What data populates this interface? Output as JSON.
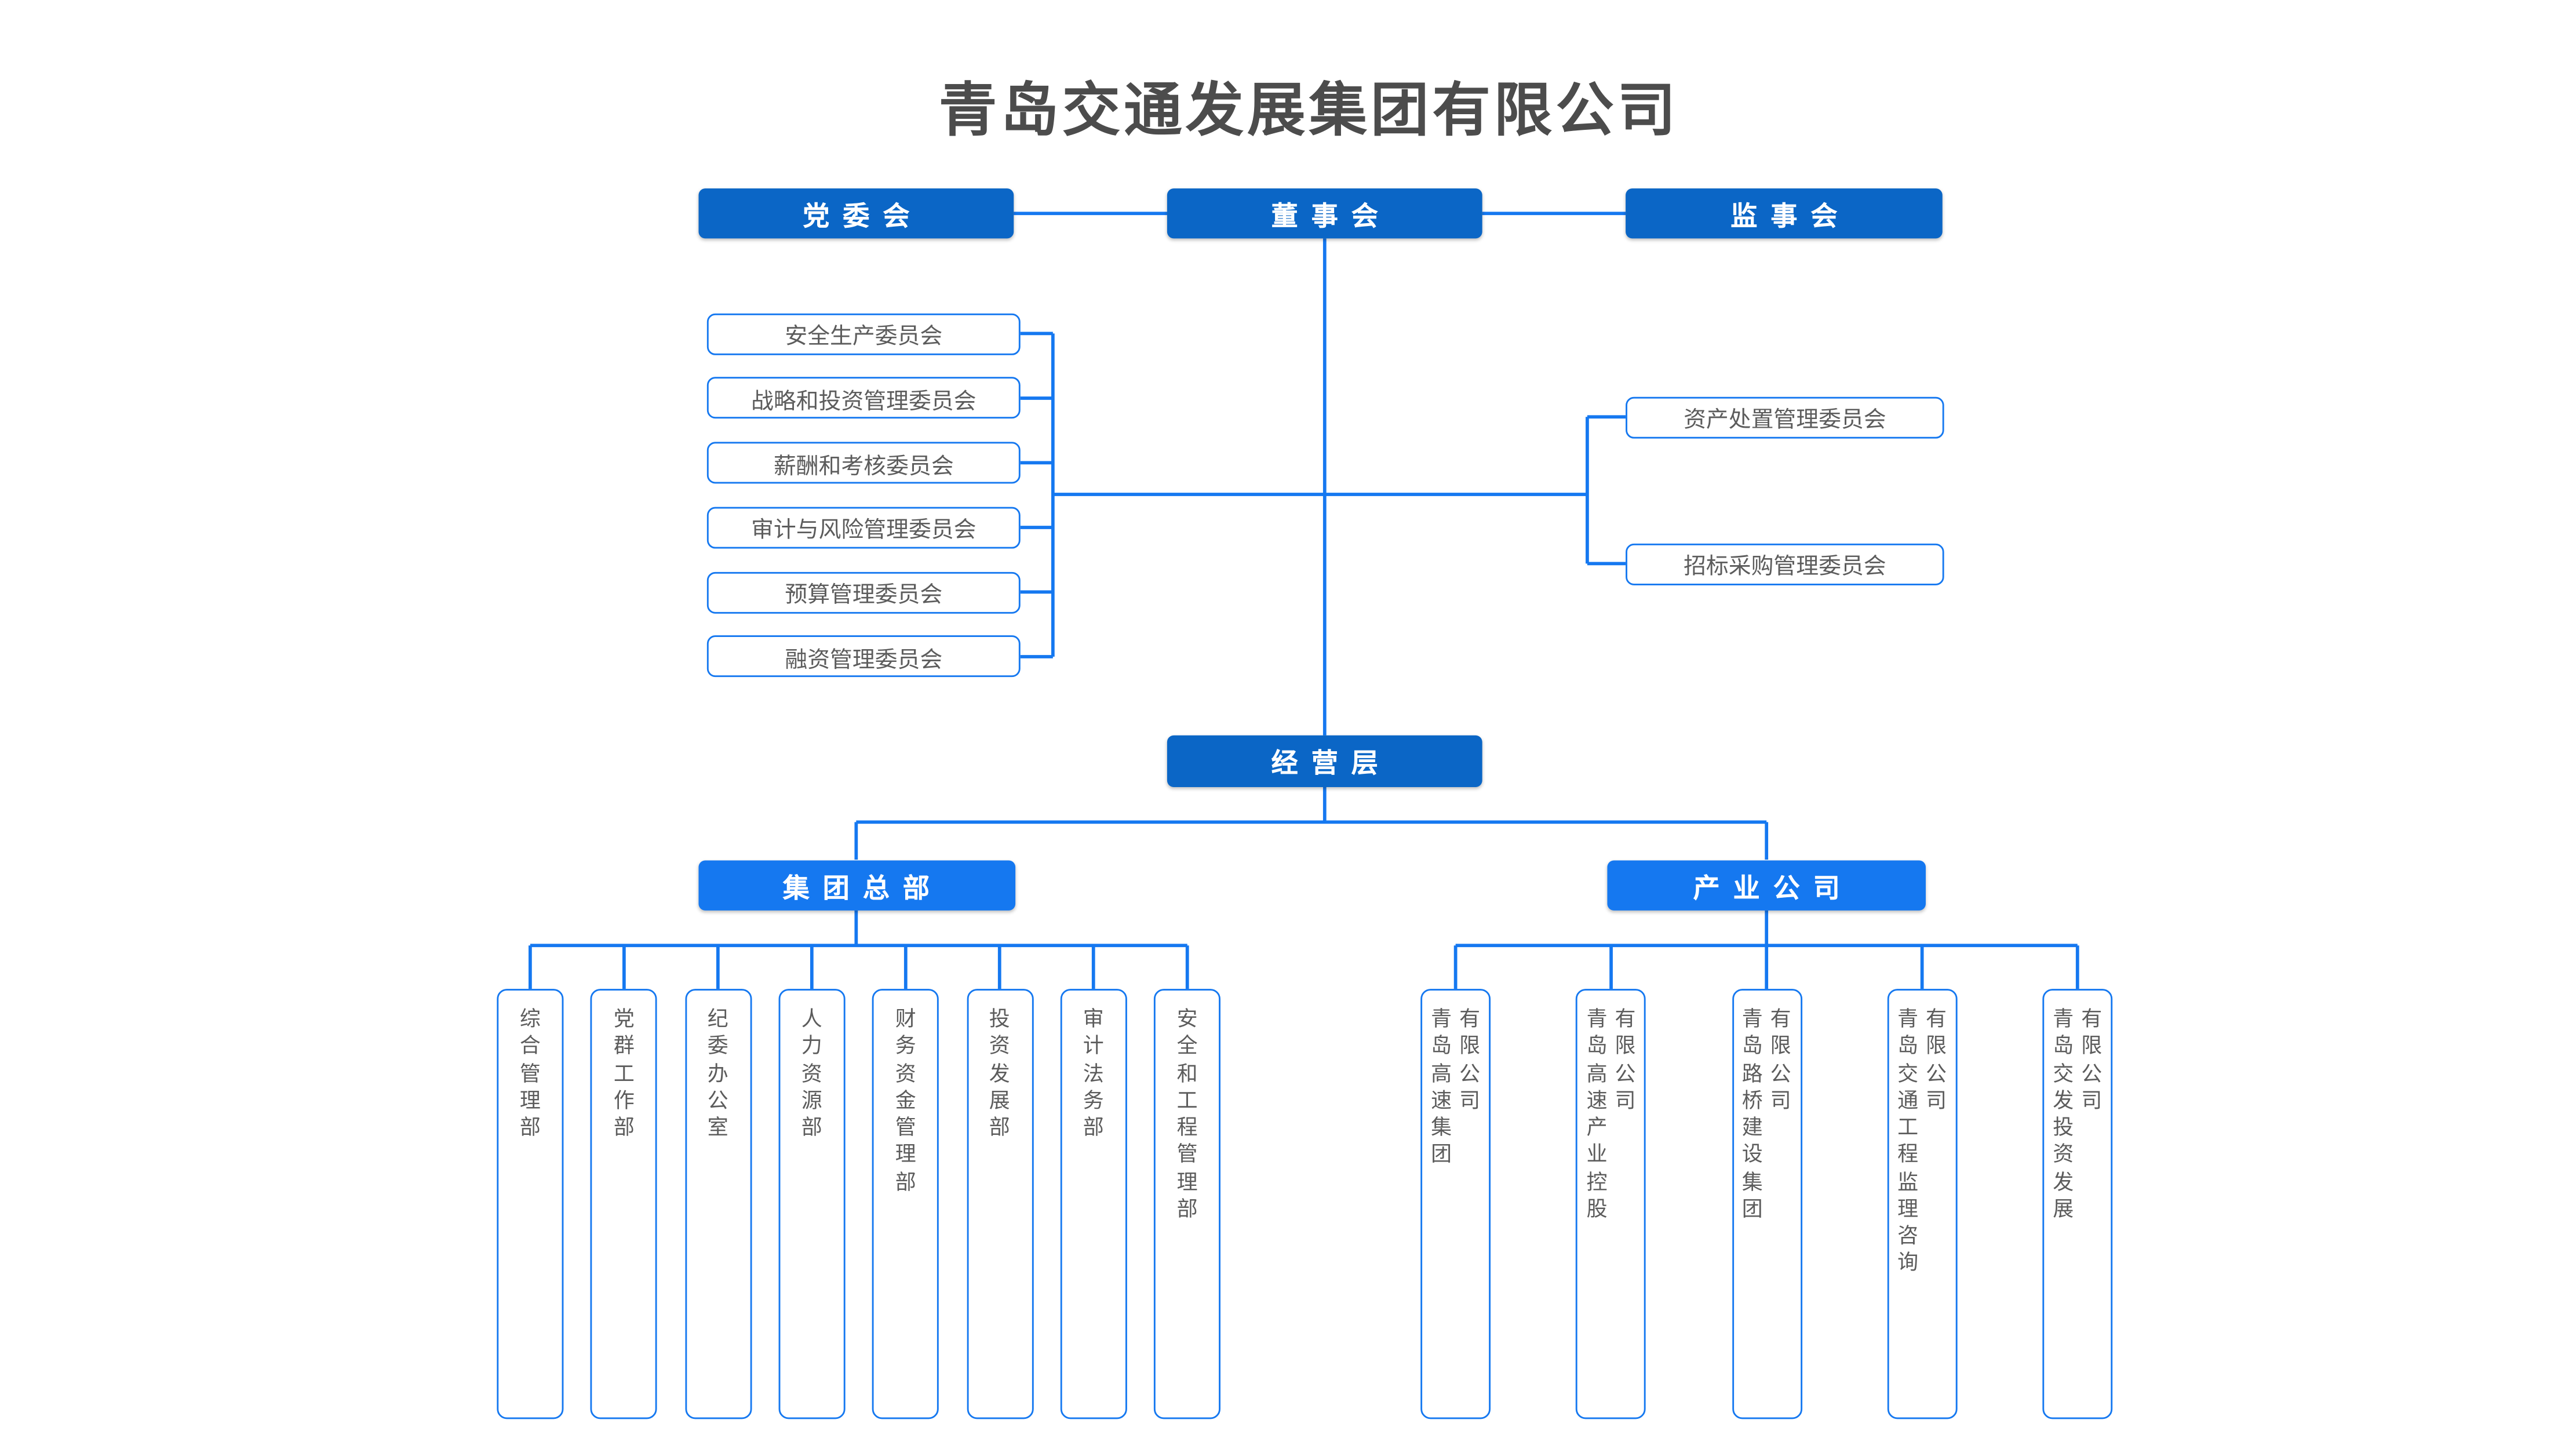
{
  "title": "青岛交通发展集团有限公司",
  "colors": {
    "solid_dark_blue": "#0b66c6",
    "solid_bright_blue": "#1578f0",
    "line_blue": "#1578f0",
    "box_text_gray": "#5c5c5c",
    "title_gray": "#4c4c4c"
  },
  "top_row": {
    "party_committee": "党委会",
    "board_of_directors": "董事会",
    "supervisory_board": "监事会"
  },
  "left_committees": [
    "安全生产委员会",
    "战略和投资管理委员会",
    "薪酬和考核委员会",
    "审计与风险管理委员会",
    "预算管理委员会",
    "融资管理委员会"
  ],
  "right_committees": [
    "资产处置管理委员会",
    "招标采购管理委员会"
  ],
  "management_layer": "经营层",
  "hq": {
    "label": "集团总部",
    "departments": [
      "综合管理部",
      "党群工作部",
      "纪委办公室",
      "人力资源部",
      "财务资金管理部",
      "投资发展部",
      "审计法务部",
      "安全和工程管理部"
    ]
  },
  "industry": {
    "label": "产业公司",
    "companies": [
      {
        "name": "青岛高速集团",
        "suffix": "有限公司"
      },
      {
        "name": "青岛高速产业控股",
        "suffix": "有限公司"
      },
      {
        "name": "青岛路桥建设集团",
        "suffix": "有限公司"
      },
      {
        "name": "青岛交通工程监理咨询",
        "suffix": "有限公司"
      },
      {
        "name": "青岛交发投资发展",
        "suffix": "有限公司"
      }
    ]
  }
}
